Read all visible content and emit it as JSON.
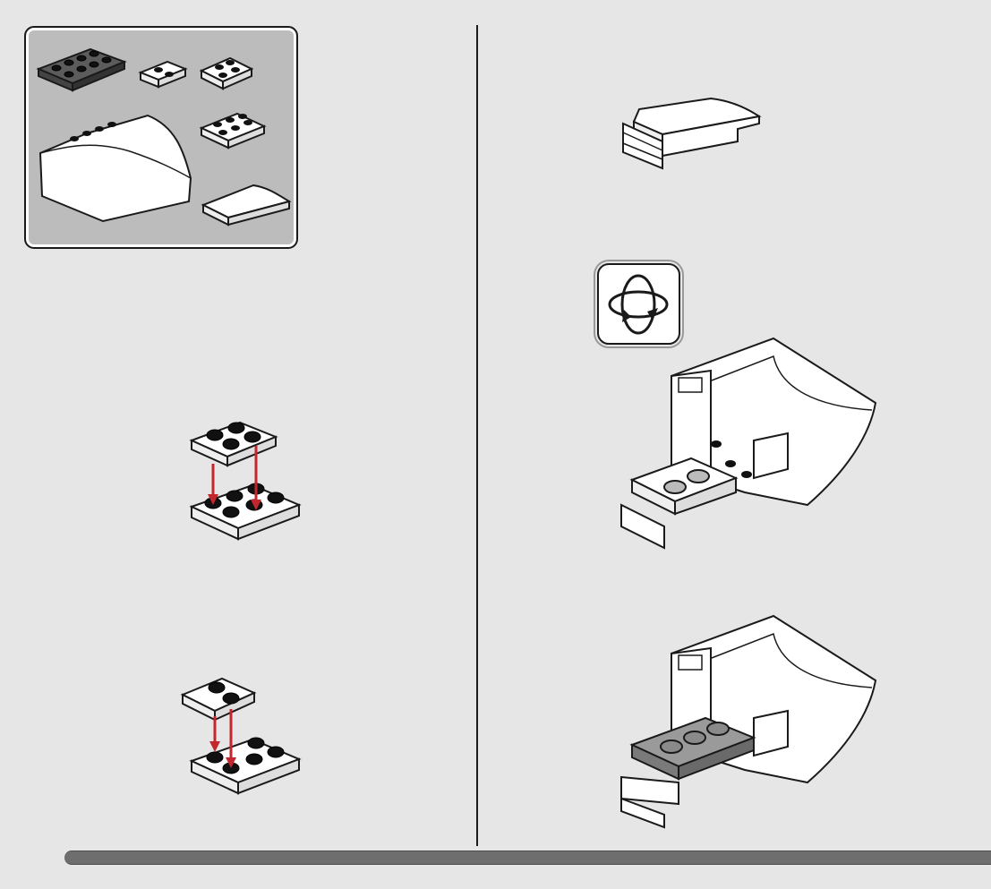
{
  "colors": {
    "page_background": "#e6e6e6",
    "parts_box_fill": "#bcbcbc",
    "outline": "#1a1a1a",
    "brick_white": "#ffffff",
    "brick_dark_gray": "#5c5c5c",
    "brick_mid_gray": "#9a9a9a",
    "arrow_red": "#c3262c",
    "page_bar": "#6e6e6e"
  },
  "icons": {
    "rotate": "rotate-model-icon",
    "arrow": "down-arrow-icon"
  },
  "parts_list": [
    "dark-gray-2x4-plate",
    "white-1x2-jumper-plate",
    "white-2x2-plate",
    "white-slope-windscreen",
    "white-2x3-plate",
    "white-curved-slope"
  ]
}
